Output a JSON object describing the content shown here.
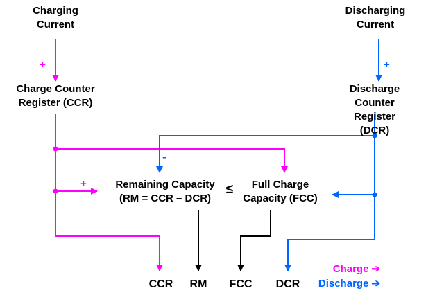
{
  "colors": {
    "charge": "#FF00FF",
    "discharge": "#0066FF",
    "text": "#000000",
    "background": "#FFFFFF"
  },
  "labels": {
    "charging_current": "Charging\nCurrent",
    "discharging_current": "Discharging\nCurrent",
    "charge_counter": "Charge Counter\nRegister (CCR)",
    "discharge_counter": "Discharge Counter\nRegister (DCR)",
    "remaining_capacity": "Remaining Capacity\n(RM = CCR – DCR)",
    "comparator": "≤",
    "full_charge_capacity": "Full Charge\nCapacity (FCC)"
  },
  "signs": {
    "charge_plus_top": "+",
    "discharge_plus_top": "+",
    "rm_plus": "+",
    "rm_minus": "-"
  },
  "outputs": [
    {
      "label": "CCR",
      "color": "charge"
    },
    {
      "label": "RM",
      "color": "text"
    },
    {
      "label": "FCC",
      "color": "text"
    },
    {
      "label": "DCR",
      "color": "discharge"
    }
  ],
  "legend": [
    {
      "label": "Charge",
      "arrow": "➔",
      "color": "charge"
    },
    {
      "label": "Discharge",
      "arrow": "➔",
      "color": "discharge"
    }
  ]
}
